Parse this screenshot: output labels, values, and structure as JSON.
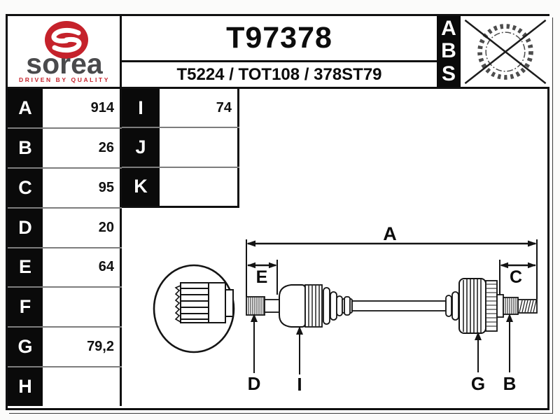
{
  "header": {
    "logo": {
      "brand": "sorea",
      "monogram": "S",
      "tagline": "DRIVEN BY QUALITY",
      "brand_red": "#c5222b",
      "brand_gray": "#4a4a4c"
    },
    "part_number": "T97378",
    "reference_line": "T5224 / TOT108 / 378ST79",
    "abs": {
      "letters": [
        "A",
        "B",
        "S"
      ],
      "ring_crossed_out": true
    }
  },
  "spec_table": {
    "rows": [
      {
        "label": "A",
        "value": "914"
      },
      {
        "label": "B",
        "value": "26"
      },
      {
        "label": "C",
        "value": "95"
      },
      {
        "label": "D",
        "value": "20"
      },
      {
        "label": "E",
        "value": "64"
      },
      {
        "label": "F",
        "value": ""
      },
      {
        "label": "G",
        "value": "79,2"
      },
      {
        "label": "H",
        "value": ""
      }
    ]
  },
  "spec_table_secondary": {
    "rows": [
      {
        "label": "I",
        "value": "74"
      },
      {
        "label": "J",
        "value": ""
      },
      {
        "label": "K",
        "value": ""
      }
    ]
  },
  "drawing": {
    "dimension_labels": {
      "overall": "A",
      "left_joint": "E",
      "right_joint": "C"
    },
    "leader_labels": {
      "left_spline": "D",
      "left_housing": "I",
      "right_boot": "G",
      "right_spline": "B"
    }
  }
}
